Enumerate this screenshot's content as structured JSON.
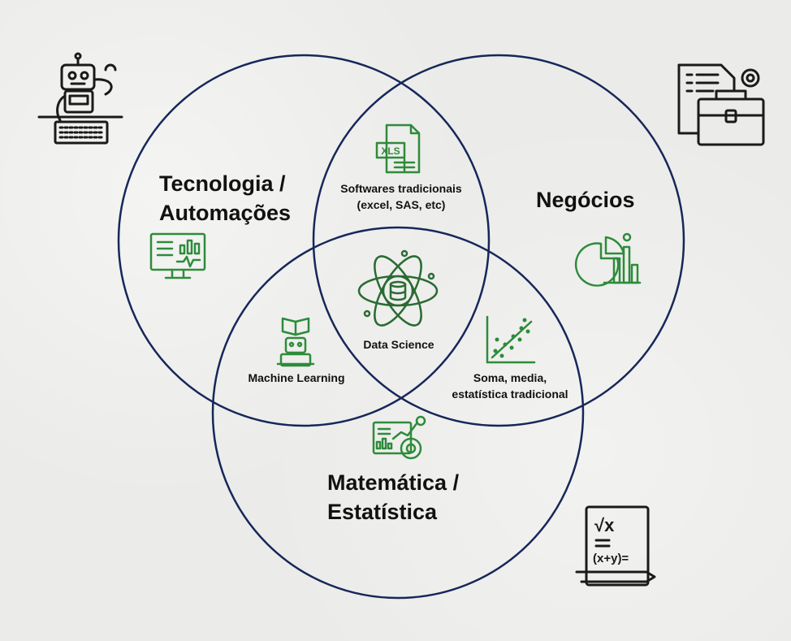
{
  "sets": {
    "tecnologia": {
      "line1": "Tecnologia /",
      "line2": "Automações"
    },
    "negocios": {
      "label": "Negócios"
    },
    "matematica": {
      "line1": "Matemática /",
      "line2": "Estatística"
    }
  },
  "intersections": {
    "tec_neg": {
      "line1": "Softwares tradicionais",
      "line2": "(excel, SAS, etc)"
    },
    "tec_mat": {
      "label": "Machine Learning"
    },
    "neg_mat": {
      "line1": "Soma, media,",
      "line2": "estatística tradicional"
    },
    "center": {
      "label": "Data Science"
    }
  },
  "icons": {
    "excel_text": "XLS",
    "math_sqrt": "√x",
    "math_eq": "(x+y)="
  },
  "colors": {
    "circle_stroke": "#16275a",
    "icon_green": "#2e8b3a",
    "icon_dark": "#1a1a1a"
  }
}
